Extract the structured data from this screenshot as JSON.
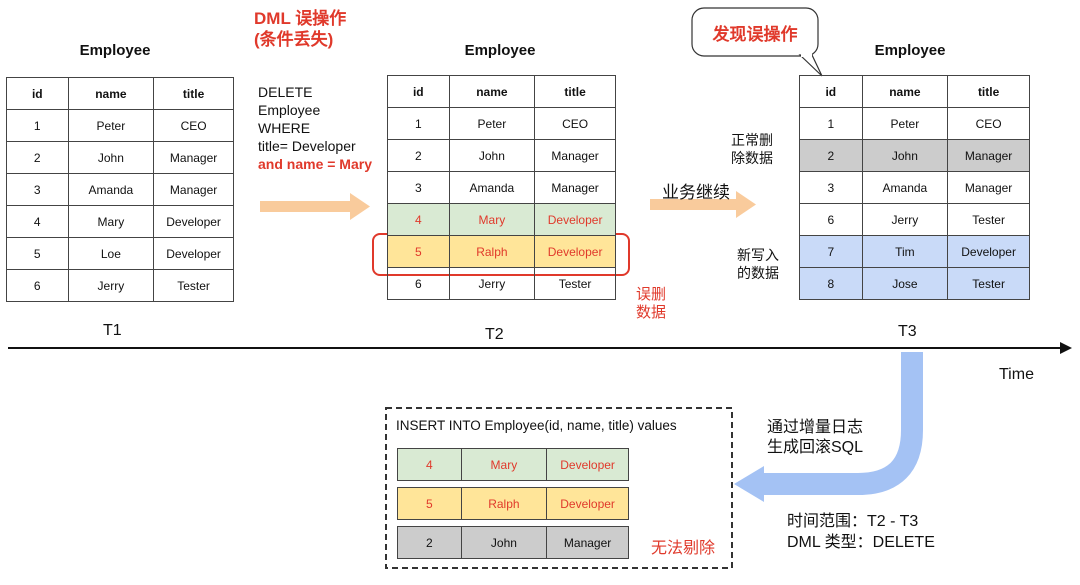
{
  "dml_label": [
    "DML 误操作",
    "(条件丢失)"
  ],
  "callout": "发现误操作",
  "tables": {
    "t1": {
      "title": "Employee",
      "headers": [
        "id",
        "name",
        "title"
      ],
      "rows": [
        [
          "1",
          "Peter",
          "CEO"
        ],
        [
          "2",
          "John",
          "Manager"
        ],
        [
          "3",
          "Amanda",
          "Manager"
        ],
        [
          "4",
          "Mary",
          "Developer"
        ],
        [
          "5",
          "Loe",
          "Developer"
        ],
        [
          "6",
          "Jerry",
          "Tester"
        ]
      ]
    },
    "t2": {
      "title": "Employee",
      "headers": [
        "id",
        "name",
        "title"
      ],
      "rows": [
        [
          "1",
          "Peter",
          "CEO"
        ],
        [
          "2",
          "John",
          "Manager"
        ],
        [
          "3",
          "Amanda",
          "Manager"
        ],
        [
          "4",
          "Mary",
          "Developer"
        ],
        [
          "5",
          "Ralph",
          "Developer"
        ],
        [
          "6",
          "Jerry",
          "Tester"
        ]
      ]
    },
    "t3": {
      "title": "Employee",
      "headers": [
        "id",
        "name",
        "title"
      ],
      "rows": [
        [
          "1",
          "Peter",
          "CEO"
        ],
        [
          "2",
          "John",
          "Manager"
        ],
        [
          "3",
          "Amanda",
          "Manager"
        ],
        [
          "6",
          "Jerry",
          "Tester"
        ],
        [
          "7",
          "Tim",
          "Developer"
        ],
        [
          "8",
          "Jose",
          "Tester"
        ]
      ]
    },
    "rollback": {
      "rows": [
        [
          "4",
          "Mary",
          "Developer"
        ],
        [
          "5",
          "Ralph",
          "Developer"
        ],
        [
          "2",
          "John",
          "Manager"
        ]
      ]
    }
  },
  "sql": {
    "line1": "DELETE",
    "line2": "Employee",
    "line3": "WHERE",
    "line4": "title= Developer",
    "line5": "and name = Mary"
  },
  "labels": {
    "t1": "T1",
    "t2": "T2",
    "t3": "T3",
    "time": "Time",
    "business_continue": "业务继续",
    "normal_delete": [
      "正常删",
      "除数据"
    ],
    "new_write": [
      "新写入",
      "的数据"
    ],
    "mis_delete": [
      "误删",
      "数据"
    ],
    "gen_rollback": [
      "通过增量日志",
      "生成回滚SQL"
    ],
    "time_range": "时间范围：T2 - T3",
    "dml_type": "DML 类型：DELETE",
    "cannot_remove": "无法剔除",
    "insert_stmt": "INSERT INTO Employee(id, name, title) values"
  }
}
